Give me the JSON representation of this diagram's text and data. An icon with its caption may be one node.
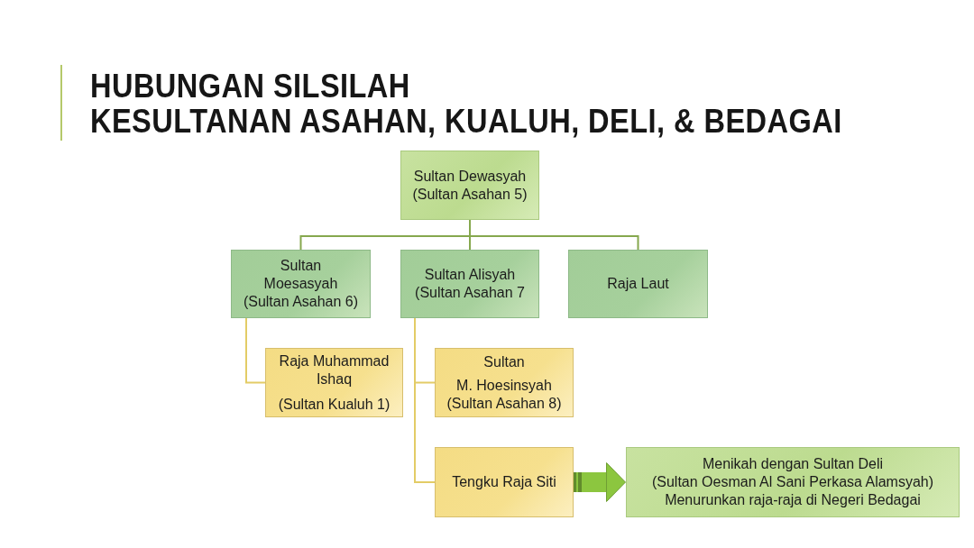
{
  "diagram": {
    "title": "HUBUNGAN SILSILAH KESULTANAN ASAHAN, KUALUH, DELI, & BEDAGAI",
    "nodes": [
      {
        "text": [
          "Sultan Dewasyah",
          "(Sultan Asahan 5)"
        ]
      },
      {
        "text": [
          "Sultan Moesasyah",
          "(Sultan Asahan 6)"
        ]
      },
      {
        "text": [
          "Sultan Alisyah",
          "(Sultan Asahan 7"
        ]
      },
      {
        "text": [
          "Raja Laut"
        ]
      },
      {
        "text": [
          "Raja Muhammad Ishaq",
          "(Sultan Kualuh 1)"
        ]
      },
      {
        "text": [
          "Sultan",
          "M. Hoesinsyah (Sultan Asahan 8)"
        ]
      },
      {
        "text": [
          "Tengku Raja Siti"
        ]
      },
      {
        "text": [
          "Menikah dengan Sultan Deli",
          "(Sultan Oesman Al Sani Perkasa Alamsyah)",
          "Menurunkan raja-raja di Negeri Bedagai"
        ]
      }
    ],
    "edges": [
      {
        "from": 0,
        "to": 1,
        "arrow": "none"
      },
      {
        "from": 0,
        "to": 2,
        "arrow": "none"
      },
      {
        "from": 0,
        "to": 3,
        "arrow": "none"
      },
      {
        "from": 1,
        "to": 4,
        "arrow": "none",
        "color": "#e3cc66"
      },
      {
        "from": 2,
        "to": 5,
        "arrow": "none",
        "color": "#e3cc66"
      },
      {
        "from": 2,
        "to": 6,
        "arrow": "none",
        "color": "#e3cc66"
      },
      {
        "from": 6,
        "to": 7,
        "arrow": "to",
        "style": "thick",
        "color": "#8cc63f"
      }
    ]
  }
}
